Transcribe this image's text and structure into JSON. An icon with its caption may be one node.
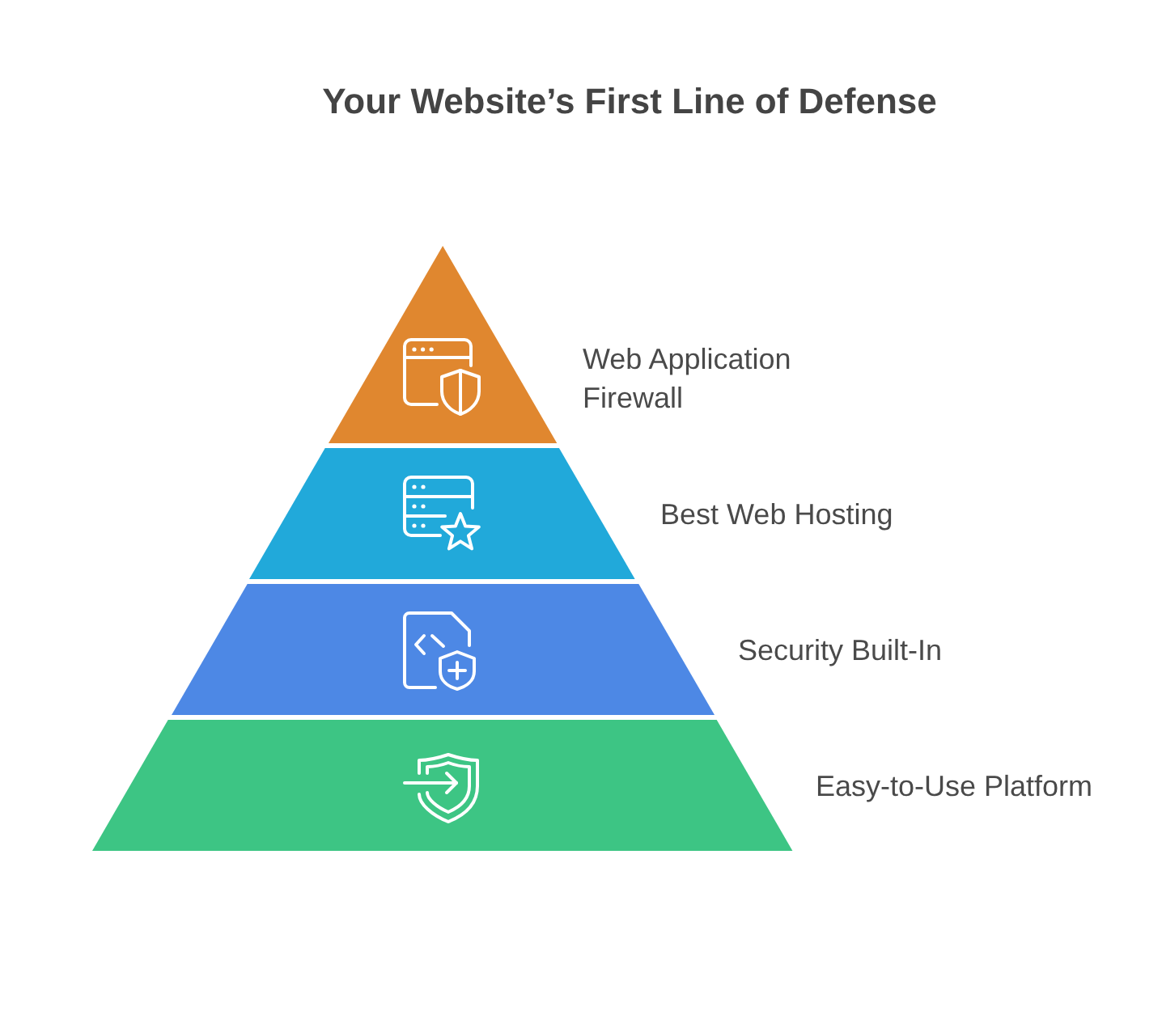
{
  "diagram": {
    "title": "Your Website’s First Line of Defense",
    "nodes": [
      {
        "text": [],
        "shape": "triangle",
        "beside": [
          "Web Application Firewall"
        ]
      },
      {
        "text": [],
        "shape": "trapezoid",
        "beside": [
          "Best Web Hosting"
        ]
      },
      {
        "text": [],
        "shape": "trapezoid",
        "beside": [
          "Security Built-In"
        ]
      },
      {
        "text": [],
        "shape": "trapezoid",
        "beside": [
          "Easy-to-Use Platform"
        ]
      }
    ]
  }
}
